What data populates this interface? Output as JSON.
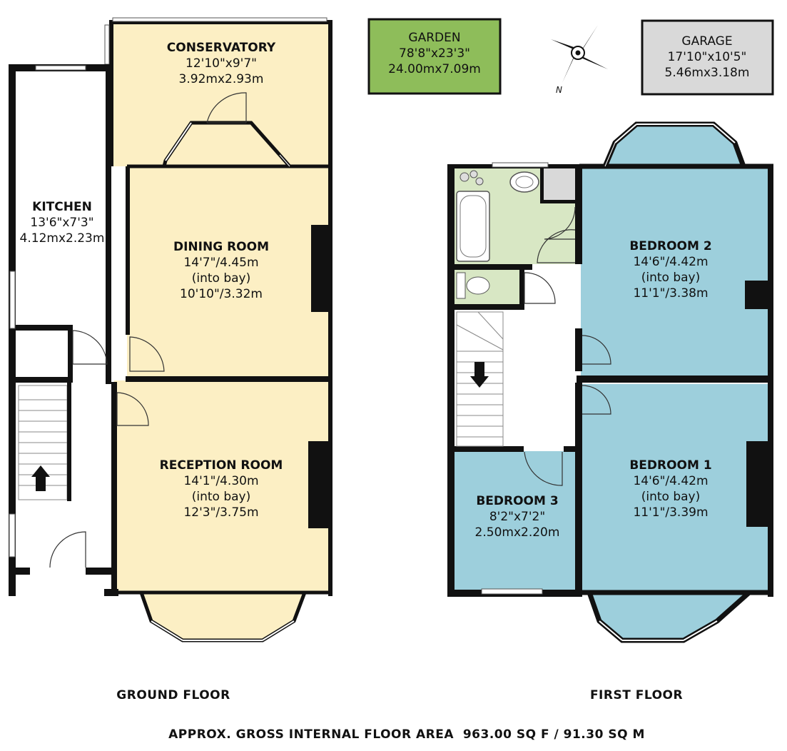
{
  "colors": {
    "ground_floor_rooms": "#fcefc4",
    "first_floor_bedrooms": "#9dcfdc",
    "first_floor_bathroom": "#d8e7c4",
    "garden": "#8ebd5a",
    "garage": "#d9d9d9",
    "walls": "#111111"
  },
  "garden": {
    "name": "GARDEN",
    "dim_imperial": "78'8\"x23'3\"",
    "dim_metric": "24.00mx7.09m"
  },
  "garage": {
    "name": "GARAGE",
    "dim_imperial": "17'10\"x10'5\"",
    "dim_metric": "5.46mx3.18m"
  },
  "compass": {
    "north_label": "N"
  },
  "ground_floor": {
    "caption": "GROUND FLOOR",
    "conservatory": {
      "name": "CONSERVATORY",
      "line1": "12'10\"x9'7\"",
      "line2": "3.92mx2.93m"
    },
    "kitchen": {
      "name": "KITCHEN",
      "line1": "13'6\"x7'3\"",
      "line2": "4.12mx2.23m"
    },
    "dining_room": {
      "name": "DINING ROOM",
      "line1": "14'7\"/4.45m",
      "line2": "(into bay)",
      "line3": "10'10\"/3.32m"
    },
    "reception_room": {
      "name": "RECEPTION ROOM",
      "line1": "14'1\"/4.30m",
      "line2": "(into bay)",
      "line3": "12'3\"/3.75m"
    }
  },
  "first_floor": {
    "caption": "FIRST FLOOR",
    "bedroom2": {
      "name": "BEDROOM 2",
      "line1": "14'6\"/4.42m",
      "line2": "(into bay)",
      "line3": "11'1\"/3.38m"
    },
    "bedroom1": {
      "name": "BEDROOM 1",
      "line1": "14'6\"/4.42m",
      "line2": "(into bay)",
      "line3": "11'1\"/3.39m"
    },
    "bedroom3": {
      "name": "BEDROOM 3",
      "line1": "8'2\"x7'2\"",
      "line2": "2.50mx2.20m"
    }
  },
  "footer": {
    "area_text": "APPROX. GROSS INTERNAL FLOOR AREA  963.00 SQ F / 91.30 SQ M"
  }
}
